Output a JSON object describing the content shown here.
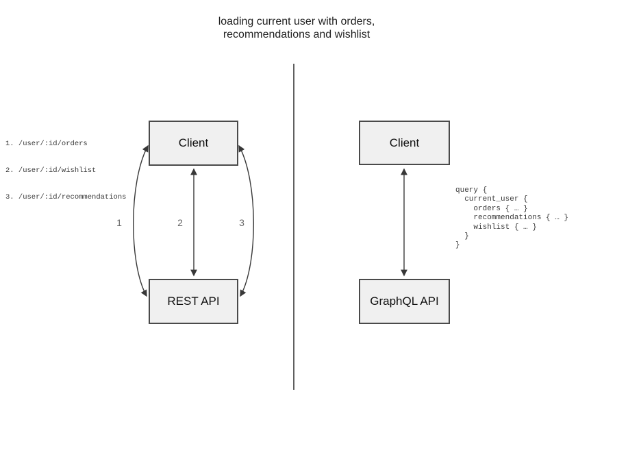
{
  "title": {
    "line1": "loading current user with orders,",
    "line2": "recommendations and wishlist"
  },
  "left_panel": {
    "endpoints": [
      "1. /user/:id/orders",
      "2. /user/:id/wishlist",
      "3. /user/:id/recommendations"
    ],
    "client_box_label": "Client",
    "api_box_label": "REST API",
    "arrow_labels": [
      "1",
      "2",
      "3"
    ]
  },
  "right_panel": {
    "client_box_label": "Client",
    "api_box_label": "GraphQL API",
    "query_code": "query {\n  current_user {\n    orders { … }\n    recommendations { … }\n    wishlist { … }\n  }\n}"
  },
  "colors": {
    "background": "#ffffff",
    "box_fill": "#f0f0f0",
    "box_border": "#4a4a4a",
    "arrow_stroke": "#383838",
    "divider": "#5f5f5f",
    "number_label": "#666666",
    "code_text": "#3a3a3a",
    "title_text": "#1f1f1f"
  }
}
